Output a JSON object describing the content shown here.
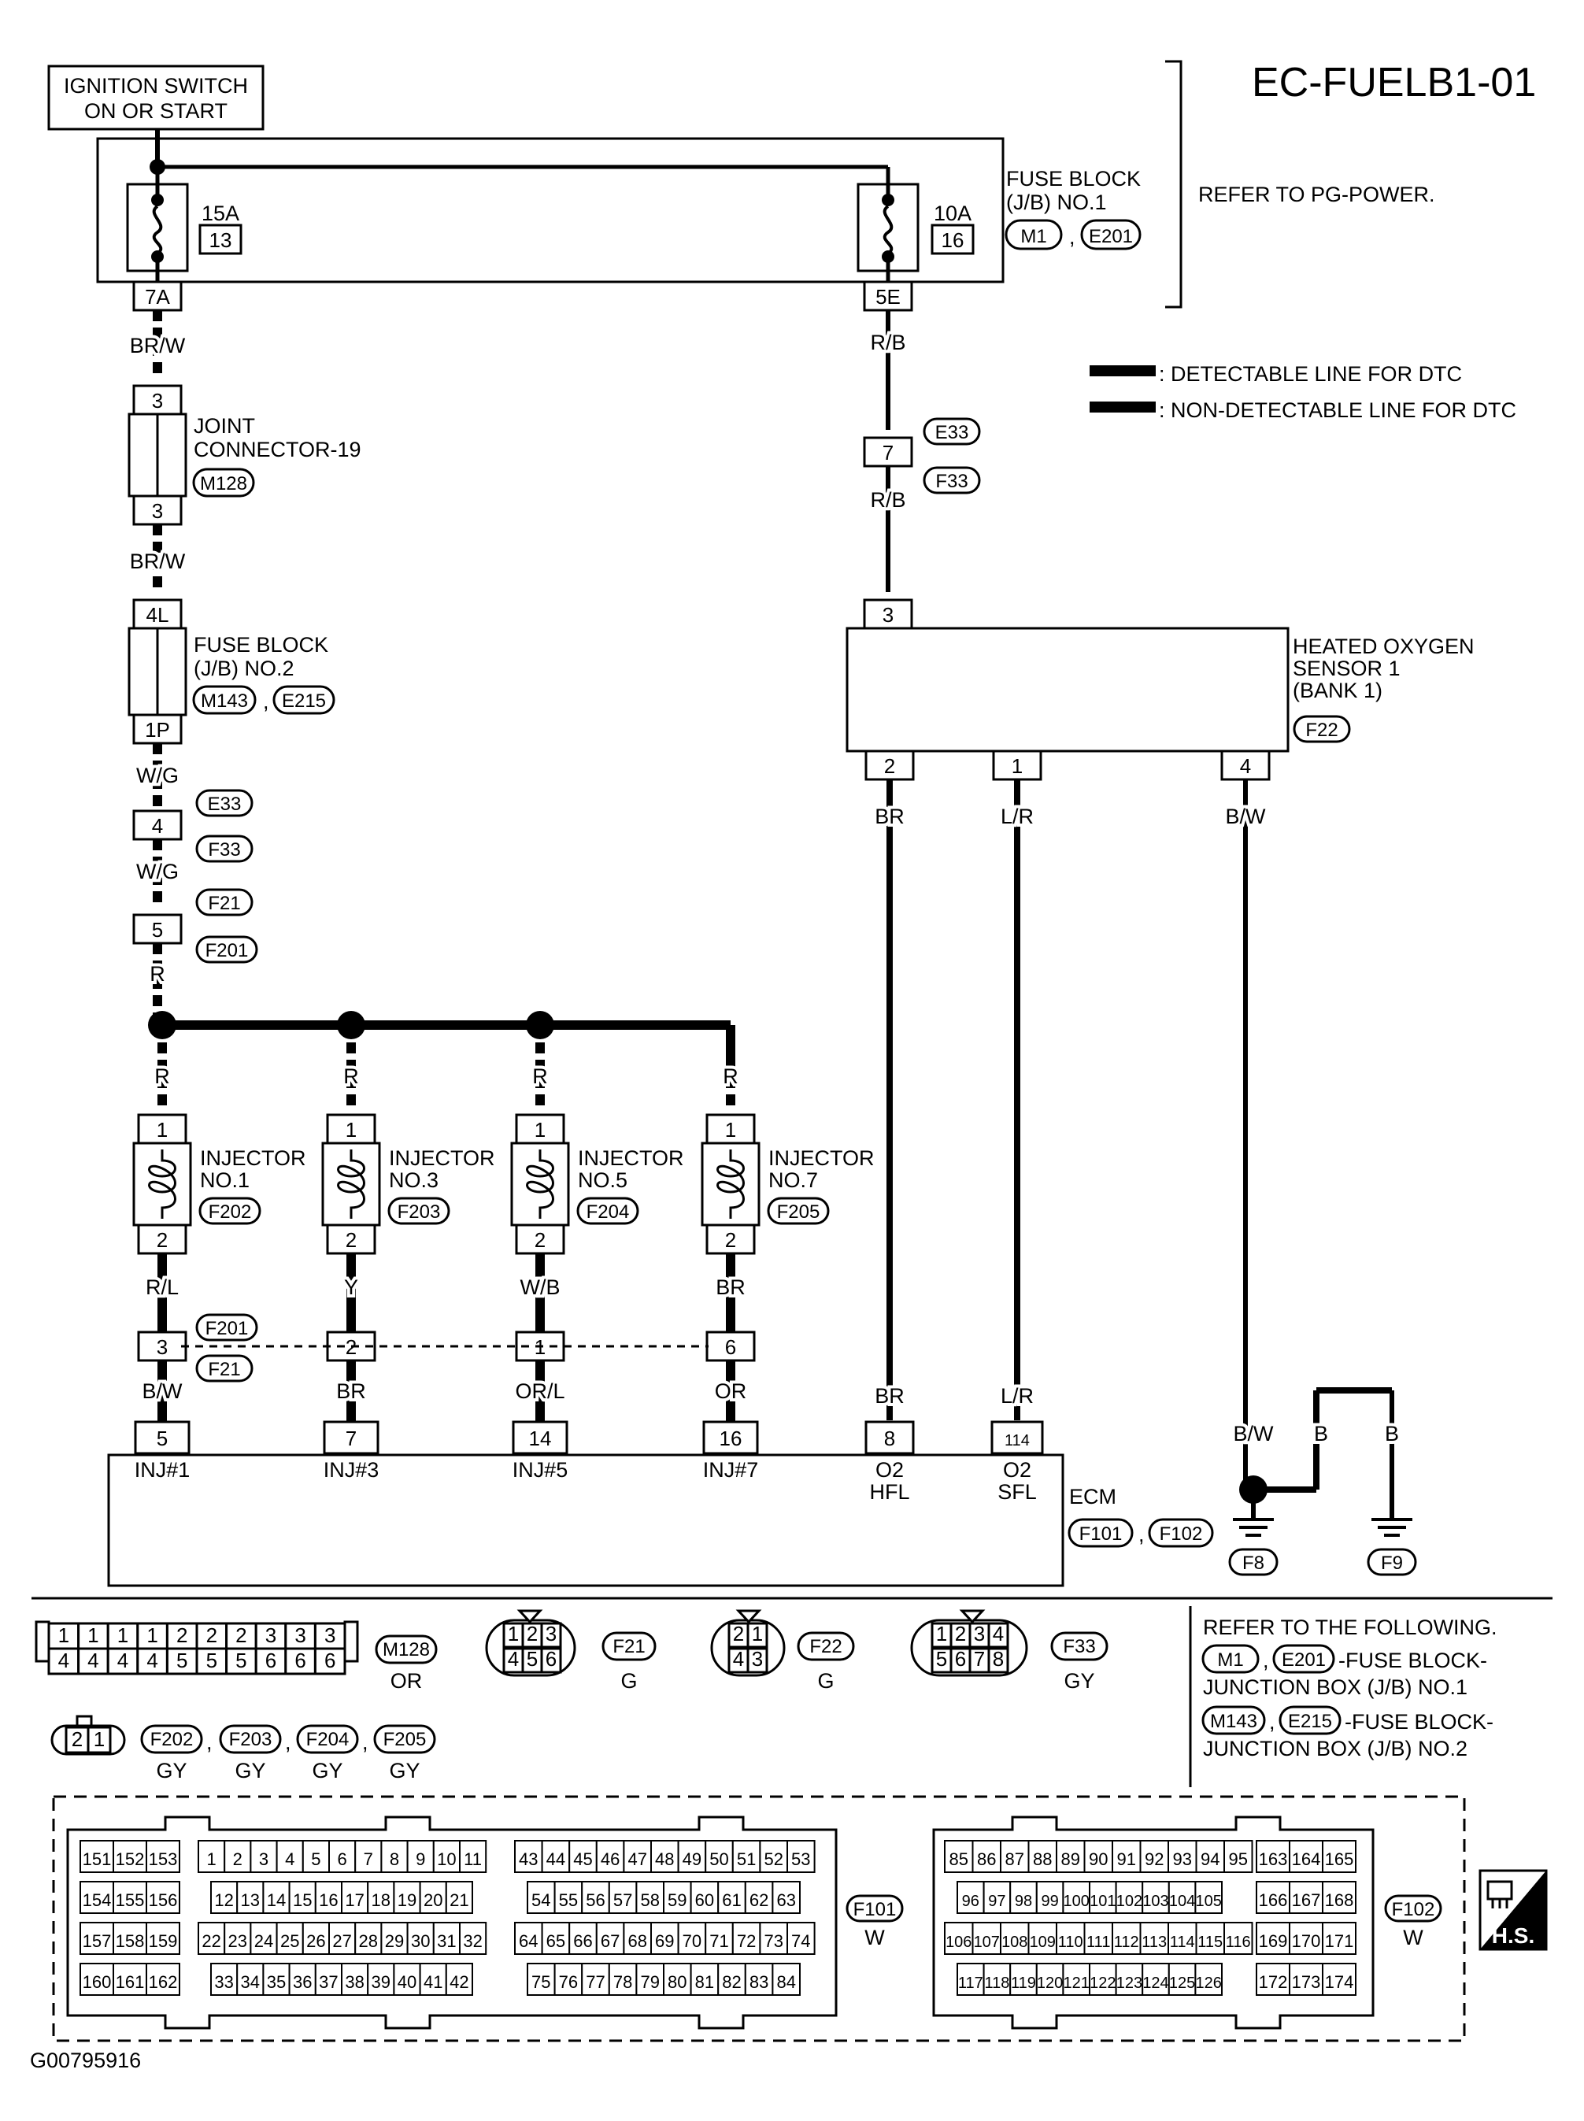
{
  "diagram_id": "EC-FUELB1-01",
  "figure_code": "G00795916",
  "ignition": {
    "line1": "IGNITION SWITCH",
    "line2": "ON OR START"
  },
  "fuse_block_1": {
    "fuse_a": "15A",
    "fuse_a_no": "13",
    "fuse_b": "10A",
    "fuse_b_no": "16",
    "label1": "FUSE BLOCK",
    "label2": "(J/B) NO.1",
    "conn1": "M1",
    "conn2": "E201",
    "out_a": "7A",
    "out_b": "5E",
    "refer": "REFER TO PG-POWER."
  },
  "legend": {
    "detectable": ": DETECTABLE LINE FOR DTC",
    "non_detectable": ": NON-DETECTABLE LINE FOR DTC"
  },
  "wires": {
    "brw": "BR/W",
    "rb": "R/B",
    "wg": "W/G",
    "r": "R",
    "rl": "R/L",
    "y": "Y",
    "wb": "W/B",
    "br": "BR",
    "bw": "B/W",
    "orl": "OR/L",
    "or": "OR",
    "lr": "L/R",
    "b": "B"
  },
  "joint_connector": {
    "label1": "JOINT",
    "label2": "CONNECTOR-19",
    "conn": "M128",
    "pin": "3"
  },
  "fuse_block_2": {
    "label1": "FUSE BLOCK",
    "label2": "(J/B) NO.2",
    "conn1": "M143",
    "conn2": "E215",
    "in": "4L",
    "out": "1P"
  },
  "connectors": {
    "e33": "E33",
    "f33": "F33",
    "f21": "F21",
    "f201": "F201",
    "pin4": "4",
    "pin5": "5",
    "pin7": "7"
  },
  "ho2s": {
    "label1": "HEATED OXYGEN",
    "label2": "SENSOR 1",
    "label3": "(BANK 1)",
    "conn": "F22",
    "pin_top": "3",
    "pin_a": "2",
    "pin_b": "1",
    "pin_c": "4"
  },
  "injectors": [
    {
      "l1": "INJECTOR",
      "l2": "NO.1",
      "conn": "F202",
      "p1": "1",
      "p2": "2",
      "mid": "3",
      "ecm": "5",
      "ecm_label": "INJ#1"
    },
    {
      "l1": "INJECTOR",
      "l2": "NO.3",
      "conn": "F203",
      "p1": "1",
      "p2": "2",
      "mid": "2",
      "ecm": "7",
      "ecm_label": "INJ#3"
    },
    {
      "l1": "INJECTOR",
      "l2": "NO.5",
      "conn": "F204",
      "p1": "1",
      "p2": "2",
      "mid": "1",
      "ecm": "14",
      "ecm_label": "INJ#5"
    },
    {
      "l1": "INJECTOR",
      "l2": "NO.7",
      "conn": "F205",
      "p1": "1",
      "p2": "2",
      "mid": "6",
      "ecm": "16",
      "ecm_label": "INJ#7"
    }
  ],
  "ecm": {
    "label": "ECM",
    "conn1": "F101",
    "conn2": "F102",
    "o2a_pin": "8",
    "o2a_l1": "O2",
    "o2a_l2": "HFL",
    "o2b_pin": "114",
    "o2b_l1": "O2",
    "o2b_l2": "SFL"
  },
  "grounds": {
    "f8": "F8",
    "f9": "F9"
  },
  "connector_views": {
    "m128": {
      "row1": [
        "1",
        "1",
        "1",
        "1",
        "2",
        "2",
        "2",
        "3",
        "3",
        "3"
      ],
      "row2": [
        "4",
        "4",
        "4",
        "4",
        "5",
        "5",
        "5",
        "6",
        "6",
        "6"
      ],
      "id": "M128",
      "color": "OR"
    },
    "f21": {
      "row1": [
        "1",
        "2",
        "3"
      ],
      "row2": [
        "4",
        "5",
        "6"
      ],
      "id": "F21",
      "color": "G"
    },
    "f22": {
      "row1": [
        "2",
        "1"
      ],
      "row2": [
        "4",
        "3"
      ],
      "id": "F22",
      "color": "G"
    },
    "f33": {
      "row1": [
        "1",
        "2",
        "3",
        "4"
      ],
      "row2": [
        "5",
        "6",
        "7",
        "8"
      ],
      "id": "F33",
      "color": "GY"
    },
    "inj": {
      "pins": [
        "2",
        "1"
      ],
      "ids": [
        "F202",
        "F203",
        "F204",
        "F205"
      ],
      "color": "GY",
      "sep": ","
    }
  },
  "refer_following": {
    "title": "REFER TO THE FOLLOWING.",
    "c1": "M1",
    "c2": "E201",
    "t1a": "-FUSE BLOCK-",
    "t1b": "JUNCTION BOX (J/B) NO.1",
    "c3": "M143",
    "c4": "E215",
    "t2a": "-FUSE BLOCK-",
    "t2b": "JUNCTION BOX (J/B) NO.2"
  },
  "ecm_conn_f101": {
    "id": "F101",
    "color": "W",
    "left": [
      [
        "151",
        "152",
        "153"
      ],
      [
        "154",
        "155",
        "156"
      ],
      [
        "157",
        "158",
        "159"
      ],
      [
        "160",
        "161",
        "162"
      ]
    ],
    "mid1": [
      "1",
      "2",
      "3",
      "4",
      "5",
      "6",
      "7",
      "8",
      "9",
      "10",
      "11"
    ],
    "mid2": [
      "12",
      "13",
      "14",
      "15",
      "16",
      "17",
      "18",
      "19",
      "20",
      "21"
    ],
    "mid3": [
      "22",
      "23",
      "24",
      "25",
      "26",
      "27",
      "28",
      "29",
      "30",
      "31",
      "32"
    ],
    "mid4": [
      "33",
      "34",
      "35",
      "36",
      "37",
      "38",
      "39",
      "40",
      "41",
      "42"
    ],
    "r1": [
      "43",
      "44",
      "45",
      "46",
      "47",
      "48",
      "49",
      "50",
      "51",
      "52",
      "53"
    ],
    "r2": [
      "54",
      "55",
      "56",
      "57",
      "58",
      "59",
      "60",
      "61",
      "62",
      "63"
    ],
    "r3": [
      "64",
      "65",
      "66",
      "67",
      "68",
      "69",
      "70",
      "71",
      "72",
      "73",
      "74"
    ],
    "r4": [
      "75",
      "76",
      "77",
      "78",
      "79",
      "80",
      "81",
      "82",
      "83",
      "84"
    ]
  },
  "ecm_conn_f102": {
    "id": "F102",
    "color": "W",
    "a1": [
      "85",
      "86",
      "87",
      "88",
      "89",
      "90",
      "91",
      "92",
      "93",
      "94",
      "95"
    ],
    "a2": [
      "96",
      "97",
      "98",
      "99",
      "100",
      "101",
      "102",
      "103",
      "104",
      "105"
    ],
    "a3": [
      "106",
      "107",
      "108",
      "109",
      "110",
      "111",
      "112",
      "113",
      "114",
      "115",
      "116"
    ],
    "a4": [
      "117",
      "118",
      "119",
      "120",
      "121",
      "122",
      "123",
      "124",
      "125",
      "126"
    ],
    "right": [
      [
        "163",
        "164",
        "165"
      ],
      [
        "166",
        "167",
        "168"
      ],
      [
        "169",
        "170",
        "171"
      ],
      [
        "172",
        "173",
        "174"
      ]
    ]
  },
  "hs_badge": "H.S."
}
